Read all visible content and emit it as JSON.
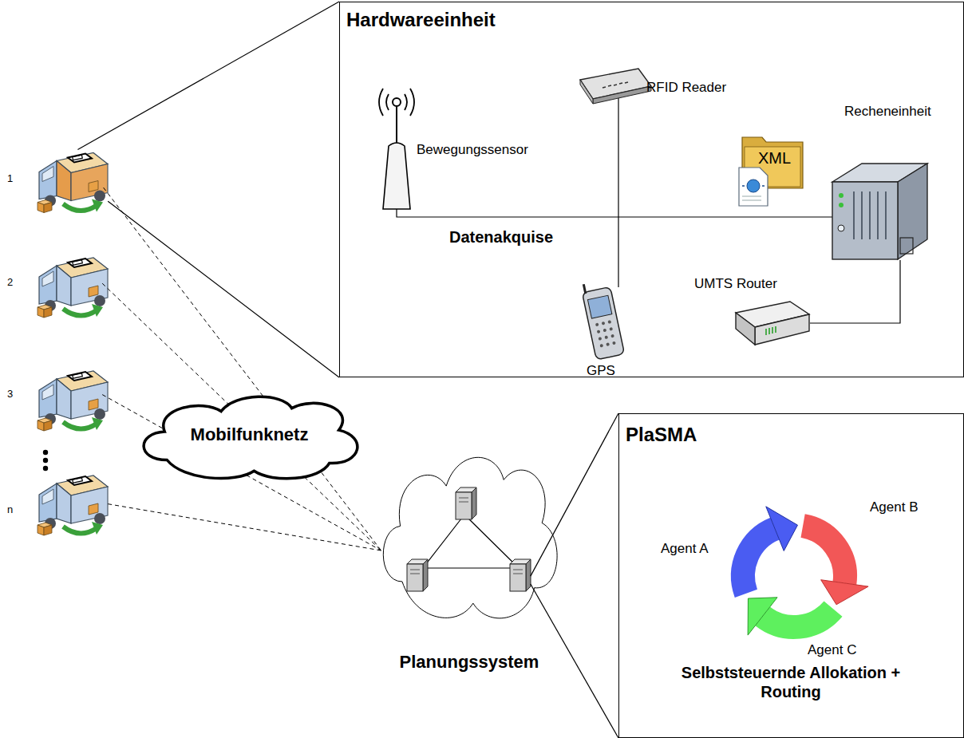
{
  "diagram": {
    "nodes": [
      {
        "text": [
          "1"
        ]
      },
      {
        "text": [
          "2"
        ]
      },
      {
        "text": [
          "3"
        ]
      },
      {
        "text": [
          "n"
        ]
      },
      {
        "text": [
          "Hardwareeinheit"
        ]
      },
      {
        "text": [
          "Mobilfunknetz"
        ]
      },
      {
        "text": [
          "Planungssystem"
        ]
      },
      {
        "text": [
          "PlaSMA",
          "Selbststeuernde Allokation + Routing"
        ]
      }
    ],
    "edges": [
      {
        "from": 0,
        "to": 6,
        "arrow": "none"
      },
      {
        "from": 1,
        "to": 6,
        "arrow": "none"
      },
      {
        "from": 2,
        "to": 6,
        "arrow": "none"
      },
      {
        "from": 3,
        "to": 6,
        "arrow": "none"
      },
      {
        "from": 0,
        "to": 4,
        "arrow": "none"
      },
      {
        "from": 0,
        "to": 4,
        "arrow": "none"
      },
      {
        "from": 6,
        "to": 7,
        "arrow": "none"
      },
      {
        "from": 6,
        "to": 7,
        "arrow": "none"
      }
    ],
    "labels": [
      "Bewegungssensor",
      "RFID Reader",
      "Recheneinheit",
      "XML",
      "Datenakquise",
      "GPS",
      "UMTS Router",
      "Agent A",
      "Agent B",
      "Agent C"
    ]
  }
}
